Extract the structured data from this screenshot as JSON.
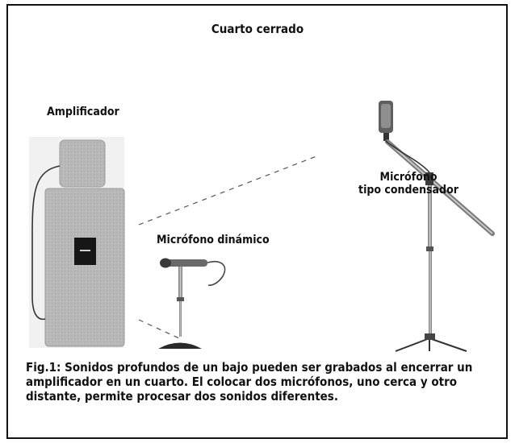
{
  "diagram": {
    "room_title": "Cuarto cerrado",
    "amplifier_label": "Amplificador",
    "dynamic_mic_label": "Micrófono dinámico",
    "condenser_mic_label_line1": "Micrófono",
    "condenser_mic_label_line2": "tipo condensador",
    "caption": "Fig.1: Sonidos profundos de un bajo pueden ser grabados al encerrar un amplificador en un cuarto. El colocar dos micrófonos, uno cerca y otro distante, permite procesar dos sonidos diferentes."
  },
  "colors": {
    "frame": "#111111",
    "amp_body": "#b8b8b8",
    "amp_head": "#a9a9a9",
    "mic_metal": "#8a8a8a",
    "dashed_line": "#666666"
  }
}
